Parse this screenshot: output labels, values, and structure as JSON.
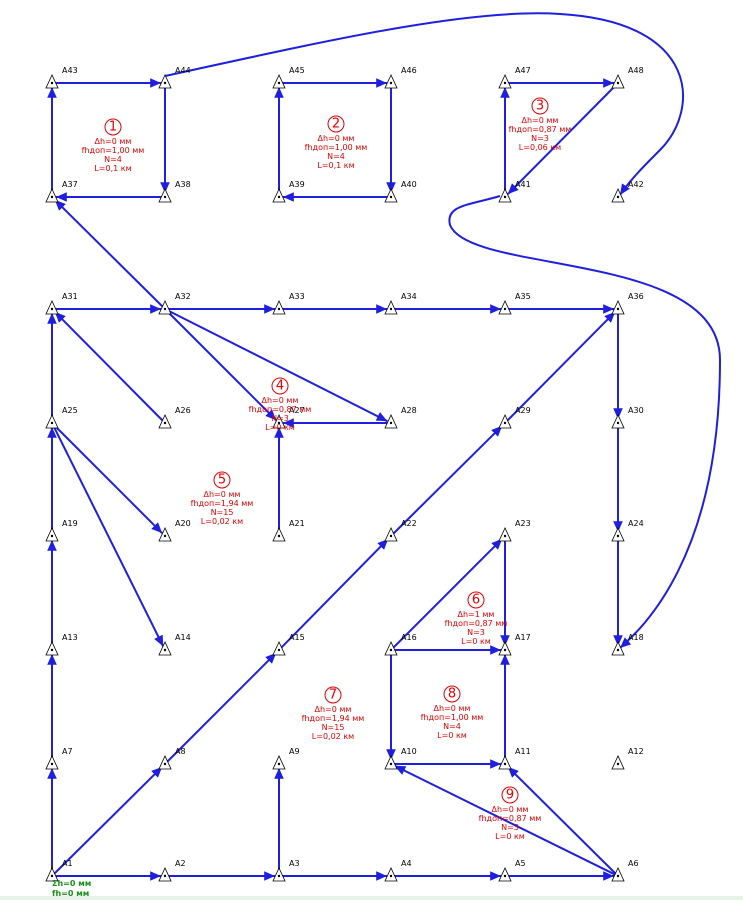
{
  "points": [
    {
      "id": "A1",
      "name": "A1"
    },
    {
      "id": "A2",
      "name": "A2"
    },
    {
      "id": "A3",
      "name": "A3"
    },
    {
      "id": "A4",
      "name": "A4"
    },
    {
      "id": "A5",
      "name": "A5"
    },
    {
      "id": "A6",
      "name": "A6"
    },
    {
      "id": "A7",
      "name": "A7"
    },
    {
      "id": "A8",
      "name": "A8"
    },
    {
      "id": "A9",
      "name": "A9"
    },
    {
      "id": "A10",
      "name": "A10"
    },
    {
      "id": "A11",
      "name": "A11"
    },
    {
      "id": "A12",
      "name": "A12"
    },
    {
      "id": "A13",
      "name": "A13"
    },
    {
      "id": "A14",
      "name": "A14"
    },
    {
      "id": "A15",
      "name": "A15"
    },
    {
      "id": "A16",
      "name": "A16"
    },
    {
      "id": "A17",
      "name": "A17"
    },
    {
      "id": "A18",
      "name": "A18"
    },
    {
      "id": "A19",
      "name": "A19"
    },
    {
      "id": "A20",
      "name": "A20"
    },
    {
      "id": "A21",
      "name": "A21"
    },
    {
      "id": "A22",
      "name": "A22"
    },
    {
      "id": "A23",
      "name": "A23"
    },
    {
      "id": "A24",
      "name": "A24"
    },
    {
      "id": "A25",
      "name": "A25"
    },
    {
      "id": "A26",
      "name": "A26"
    },
    {
      "id": "A27",
      "name": "A27"
    },
    {
      "id": "A28",
      "name": "A28"
    },
    {
      "id": "A29",
      "name": "A29"
    },
    {
      "id": "A30",
      "name": "A30"
    },
    {
      "id": "A31",
      "name": "A31"
    },
    {
      "id": "A32",
      "name": "A32"
    },
    {
      "id": "A33",
      "name": "A33"
    },
    {
      "id": "A34",
      "name": "A34"
    },
    {
      "id": "A35",
      "name": "A35"
    },
    {
      "id": "A36",
      "name": "A36"
    },
    {
      "id": "A37",
      "name": "A37"
    },
    {
      "id": "A38",
      "name": "A38"
    },
    {
      "id": "A39",
      "name": "A39"
    },
    {
      "id": "A40",
      "name": "A40"
    },
    {
      "id": "A41",
      "name": "A41"
    },
    {
      "id": "A42",
      "name": "A42"
    },
    {
      "id": "A43",
      "name": "A43"
    },
    {
      "id": "A44",
      "name": "A44"
    },
    {
      "id": "A45",
      "name": "A45"
    },
    {
      "id": "A46",
      "name": "A46"
    },
    {
      "id": "A47",
      "name": "A47"
    },
    {
      "id": "A48",
      "name": "A48"
    }
  ],
  "edges": [
    [
      "A37",
      "A43"
    ],
    [
      "A43",
      "A44"
    ],
    [
      "A44",
      "A38"
    ],
    [
      "A38",
      "A37"
    ],
    [
      "A39",
      "A45"
    ],
    [
      "A45",
      "A46"
    ],
    [
      "A46",
      "A40"
    ],
    [
      "A40",
      "A39"
    ],
    [
      "A41",
      "A47"
    ],
    [
      "A47",
      "A48"
    ],
    [
      "A48",
      "A41"
    ],
    [
      "A31",
      "A32"
    ],
    [
      "A32",
      "A33"
    ],
    [
      "A33",
      "A34"
    ],
    [
      "A34",
      "A35"
    ],
    [
      "A35",
      "A36"
    ],
    [
      "A32",
      "A37"
    ],
    [
      "A32",
      "A27"
    ],
    [
      "A32",
      "A28"
    ],
    [
      "A28",
      "A27"
    ],
    [
      "A21",
      "A27"
    ],
    [
      "A26",
      "A31"
    ],
    [
      "A25",
      "A31"
    ],
    [
      "A19",
      "A25"
    ],
    [
      "A25",
      "A20"
    ],
    [
      "A25",
      "A14"
    ],
    [
      "A13",
      "A19"
    ],
    [
      "A7",
      "A13"
    ],
    [
      "A1",
      "A7"
    ],
    [
      "A1",
      "A2"
    ],
    [
      "A2",
      "A3"
    ],
    [
      "A3",
      "A4"
    ],
    [
      "A4",
      "A5"
    ],
    [
      "A5",
      "A6"
    ],
    [
      "A3",
      "A9"
    ],
    [
      "A1",
      "A8"
    ],
    [
      "A8",
      "A15"
    ],
    [
      "A15",
      "A22"
    ],
    [
      "A22",
      "A29"
    ],
    [
      "A29",
      "A36"
    ],
    [
      "A36",
      "A30"
    ],
    [
      "A30",
      "A24"
    ],
    [
      "A24",
      "A18"
    ],
    [
      "A16",
      "A23"
    ],
    [
      "A23",
      "A17"
    ],
    [
      "A16",
      "A17"
    ],
    [
      "A16",
      "A10"
    ],
    [
      "A10",
      "A11"
    ],
    [
      "A11",
      "A17"
    ],
    [
      "A6",
      "A10"
    ],
    [
      "A6",
      "A11"
    ]
  ],
  "curves": [
    {
      "name": "curve-a44-a42"
    },
    {
      "name": "curve-a41-a18"
    }
  ],
  "polygons": [
    {
      "num": "1",
      "dh": "Δh=0 мм",
      "fh": "fhдоп=1,00 мм",
      "n": "N=4",
      "l": "L=0,1 км"
    },
    {
      "num": "2",
      "dh": "Δh=0 мм",
      "fh": "fhдоп=1,00 мм",
      "n": "N=4",
      "l": "L=0,1 км"
    },
    {
      "num": "3",
      "dh": "Δh=0 мм",
      "fh": "fhдоп=0,87 мм",
      "n": "N=3",
      "l": "L=0,06 км"
    },
    {
      "num": "4",
      "dh": "Δh=0 мм",
      "fh": "fhдоп=0,87 мм",
      "n": "N=3",
      "l": "L=0 км"
    },
    {
      "num": "5",
      "dh": "Δh=0 мм",
      "fh": "fhдоп=1,94 мм",
      "n": "N=15",
      "l": "L=0,02 км"
    },
    {
      "num": "6",
      "dh": "Δh=1 мм",
      "fh": "fhдоп=0,87 мм",
      "n": "N=3",
      "l": "L=0 км"
    },
    {
      "num": "7",
      "dh": "Δh=0 мм",
      "fh": "fhдоп=1,94 мм",
      "n": "N=15",
      "l": "L=0,02 км"
    },
    {
      "num": "8",
      "dh": "Δh=0 мм",
      "fh": "fhдоп=1,00 мм",
      "n": "N=4",
      "l": "L=0 км"
    },
    {
      "num": "9",
      "dh": "Δh=0 мм",
      "fh": "fhдоп=0,87 мм",
      "n": "N=3",
      "l": "L=0 км"
    }
  ],
  "footer": {
    "line1": "Σh=0 мм",
    "line2": "fh=0 мм"
  },
  "colors": {
    "edge": "#1f1fe0",
    "info": "#e00000",
    "footer": "#1a8f1a",
    "label": "#000000"
  }
}
